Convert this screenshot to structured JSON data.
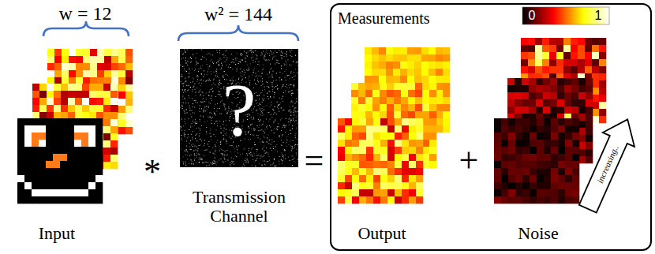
{
  "diagram": {
    "nodes": [
      {
        "text": [
          "Measurements"
        ]
      }
    ],
    "labels": [
      "w = 12",
      "w² = 144",
      "*",
      "?",
      "Transmission Channel",
      "=",
      "+",
      "0",
      "1",
      "increasing..",
      "Input",
      "Output",
      "Noise"
    ]
  }
}
